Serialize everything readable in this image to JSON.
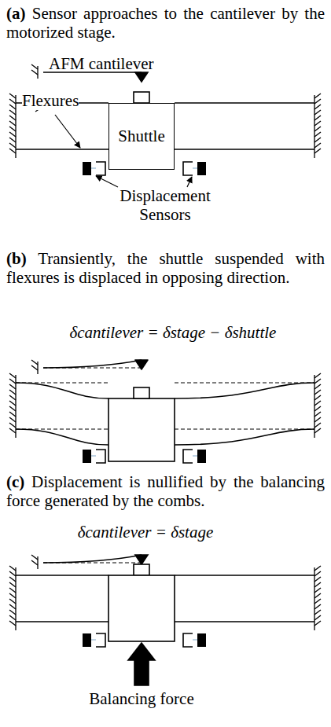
{
  "diagram": {
    "nodes": [
      {
        "text": [
          "Shuttle"
        ]
      }
    ],
    "labels": [
      "(a)",
      "Sensor approaches to the cantilever by the motorized stage.",
      "AFM cantilever",
      "Flexures",
      "Displacement Sensors",
      "(b)",
      "Transiently, the shuttle suspended with flexures is displaced in opposing direction.",
      "δcantilever = δstage − δshuttle",
      "(c)",
      "Displacement is nullified by the balancing force generated by the combs.",
      "δcantilever = δstage",
      "Balancing force"
    ]
  }
}
